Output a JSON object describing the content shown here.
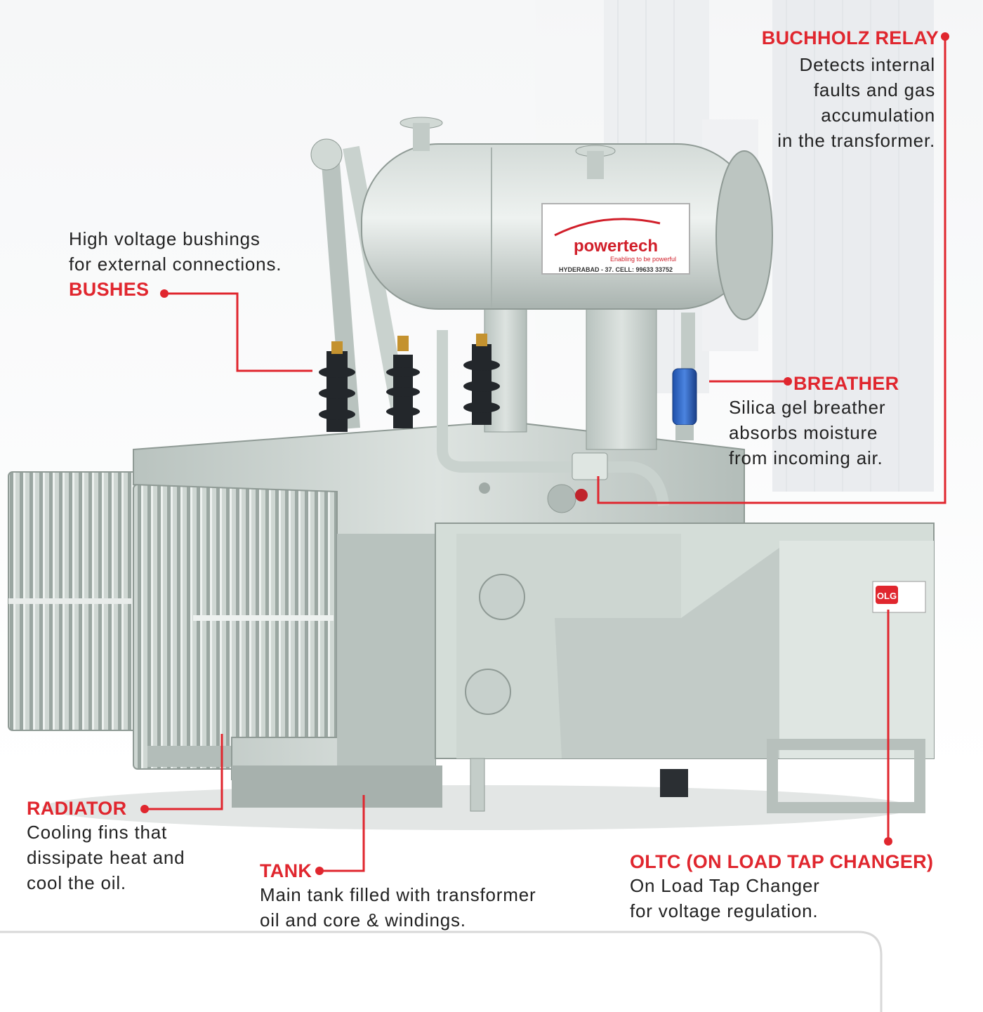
{
  "colors": {
    "accent": "#e0262e",
    "body": "#c9d2cd",
    "text": "#222222"
  },
  "nameplate": {
    "brand": "powertech",
    "tagline": "Enabling to be powerful",
    "address": "HYDERABAD - 37. CELL: 99633 33752"
  },
  "oltc_plate": {
    "logo": "OLG"
  },
  "callouts": {
    "bushes": {
      "title": "BUSHES",
      "lines": [
        "High voltage bushings",
        "for external connections."
      ]
    },
    "buchholz": {
      "title": "BUCHHOLZ RELAY",
      "lines": [
        "Detects internal",
        "faults and gas",
        "accumulation",
        "in the transformer."
      ]
    },
    "breather": {
      "title": "BREATHER",
      "lines": [
        "Silica gel breather",
        "absorbs moisture",
        "from incoming air."
      ]
    },
    "radiator": {
      "title": "RADIATOR",
      "lines": [
        "Cooling fins that",
        "dissipate heat and",
        "cool the oil."
      ]
    },
    "tank": {
      "title": "TANK",
      "lines": [
        "Main tank filled with transformer",
        "oil and core & windings."
      ]
    },
    "oltc": {
      "title": "OLTC (ON LOAD TAP CHANGER)",
      "lines": [
        "On Load Tap Changer",
        "for voltage regulation."
      ]
    }
  }
}
